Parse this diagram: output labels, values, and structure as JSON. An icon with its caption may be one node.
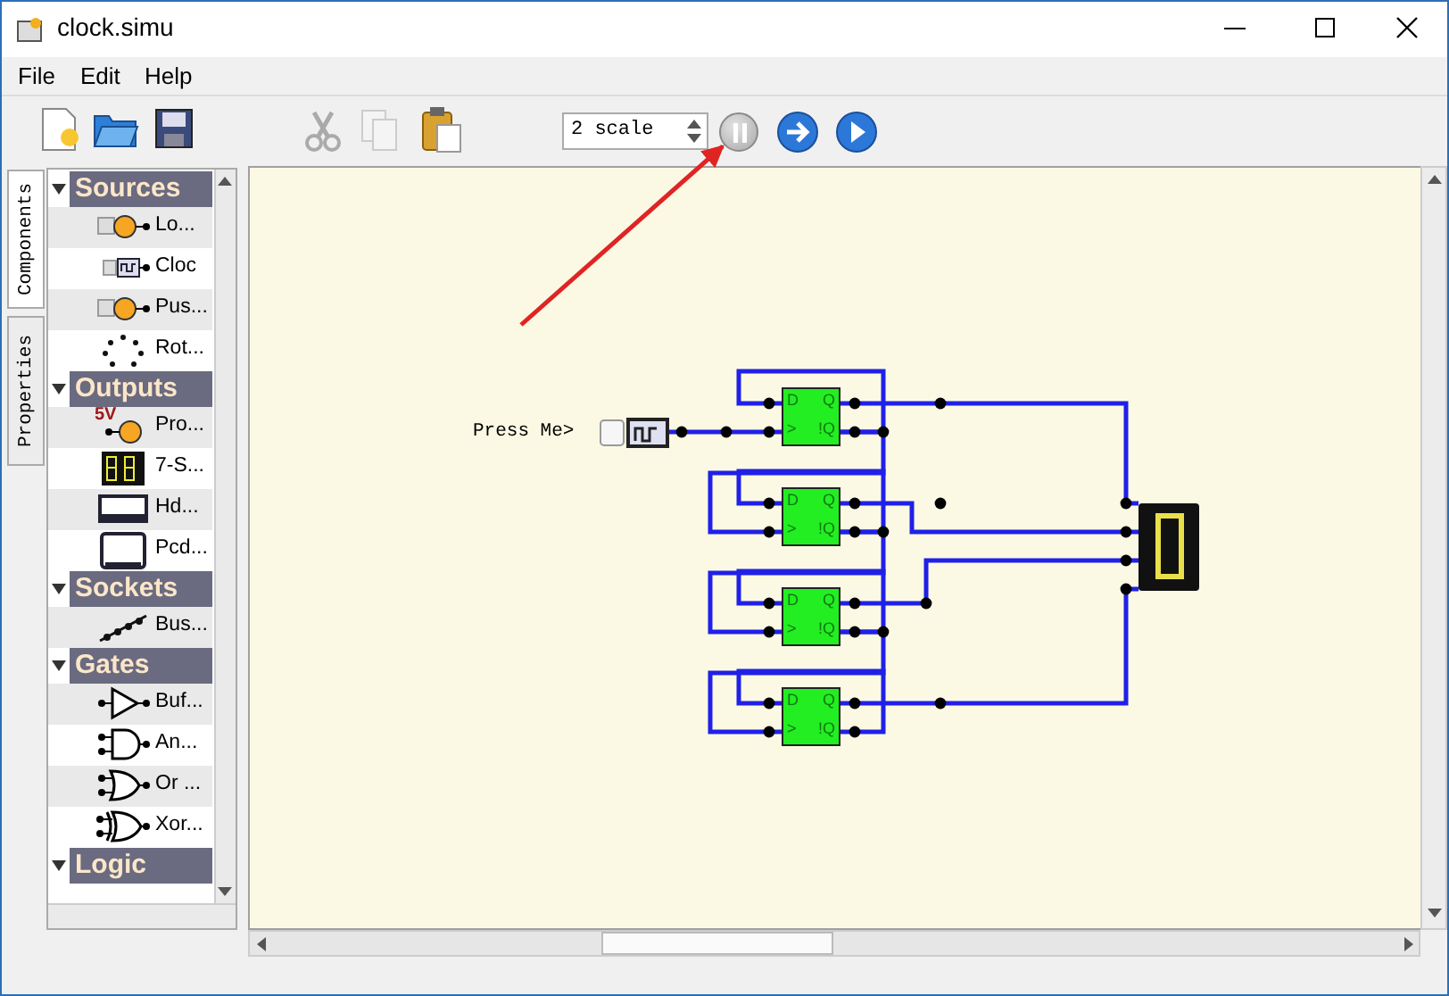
{
  "diagram": {
    "title": "clock.simu",
    "nodes": [
      {
        "text": [],
        "shape": "circle"
      },
      {
        "text": [],
        "shape": "box",
        "beside": [
          "Press Me>"
        ]
      },
      {
        "text": [
          "D",
          ">",
          "Q",
          "!Q"
        ]
      },
      {
        "text": [
          "D",
          ">",
          "Q",
          "!Q"
        ]
      },
      {
        "text": [
          "D",
          ">",
          "Q",
          "!Q"
        ]
      },
      {
        "text": [
          "D",
          ">",
          "Q",
          "!Q"
        ]
      },
      {
        "text": [],
        "shape": "box"
      }
    ],
    "edges": [
      {
        "from": null,
        "to": 0,
        "arrow": "to",
        "color": "#e02424"
      },
      {
        "from": 1,
        "to": 2,
        "arrow": "none"
      },
      {
        "from": 2,
        "to": 2,
        "arrow": "none"
      },
      {
        "from": 2,
        "to": 3,
        "arrow": "none"
      },
      {
        "from": 3,
        "to": 3,
        "arrow": "none"
      },
      {
        "from": 3,
        "to": 4,
        "arrow": "none"
      },
      {
        "from": 4,
        "to": 4,
        "arrow": "none"
      },
      {
        "from": 4,
        "to": 5,
        "arrow": "none"
      },
      {
        "from": 5,
        "to": 5,
        "arrow": "none"
      },
      {
        "from": 2,
        "to": 6,
        "arrow": "none"
      },
      {
        "from": 3,
        "to": 6,
        "arrow": "none"
      },
      {
        "from": 4,
        "to": 6,
        "arrow": "none"
      },
      {
        "from": 5,
        "to": 6,
        "arrow": "none"
      }
    ],
    "labels": [
      "File",
      "Edit",
      "Help",
      "2 scale",
      "Components",
      "Properties",
      "Sources",
      "Lo...",
      "Cloc",
      "Pus...",
      "Rot...",
      "Outputs",
      "5V",
      "Pro...",
      "7-S...",
      "Hd...",
      "Pcd...",
      "Sockets",
      "Bus...",
      "Gates",
      "Buf...",
      "An...",
      "Or ...",
      "Xor...",
      "Logic"
    ]
  }
}
